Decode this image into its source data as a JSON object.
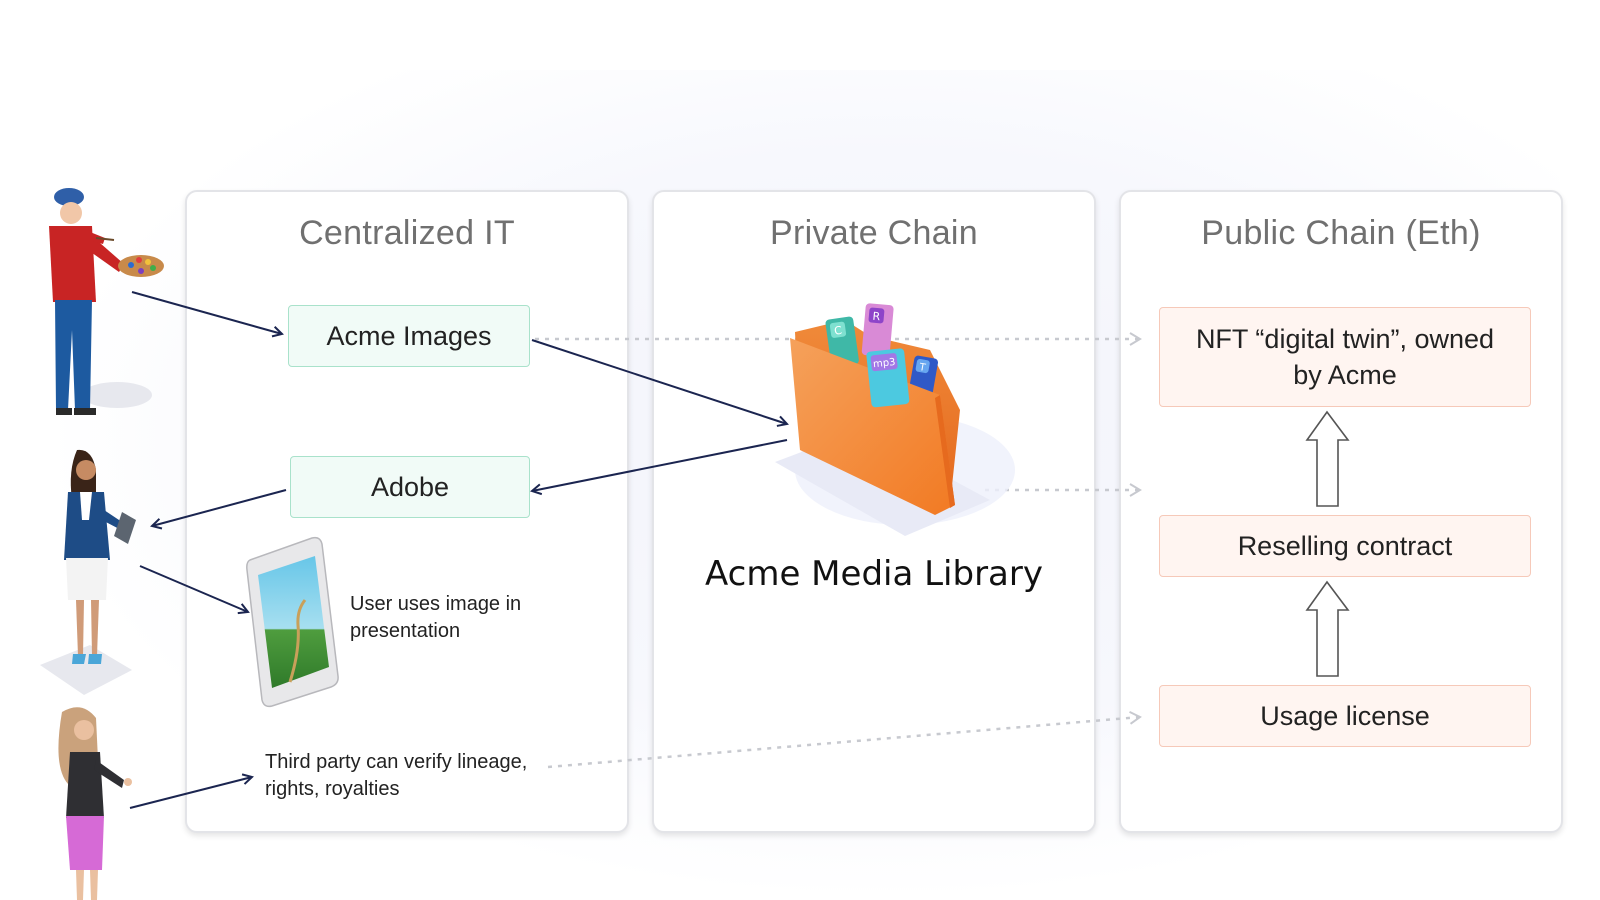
{
  "columns": {
    "centralized": {
      "title": "Centralized IT"
    },
    "private": {
      "title": "Private Chain"
    },
    "public": {
      "title": "Public Chain (Eth)"
    }
  },
  "centralized": {
    "acme_images": "Acme Images",
    "adobe": "Adobe",
    "user_note": "User uses image in presentation",
    "third_party_note": "Third party can verify lineage, rights, royalties"
  },
  "private": {
    "library_label": "Acme Media Library",
    "file_tags": [
      "C",
      "R",
      "mp3",
      "T"
    ]
  },
  "public": {
    "nft": "NFT “digital twin”, owned by Acme",
    "reselling": "Reselling contract",
    "usage": "Usage license"
  },
  "colors": {
    "arrow": "#1b2550",
    "dotted": "#c7c9cf",
    "green_fill": "#f1fbf7",
    "green_border": "#a9e2cb",
    "pink_fill": "#fff5f1",
    "pink_border": "#f6c9b9",
    "folder": "#f7882f"
  },
  "icons": [
    "painter-person-icon",
    "business-woman-tablet-icon",
    "smartphone-icon",
    "business-woman-pointing-icon",
    "media-folder-icon"
  ]
}
